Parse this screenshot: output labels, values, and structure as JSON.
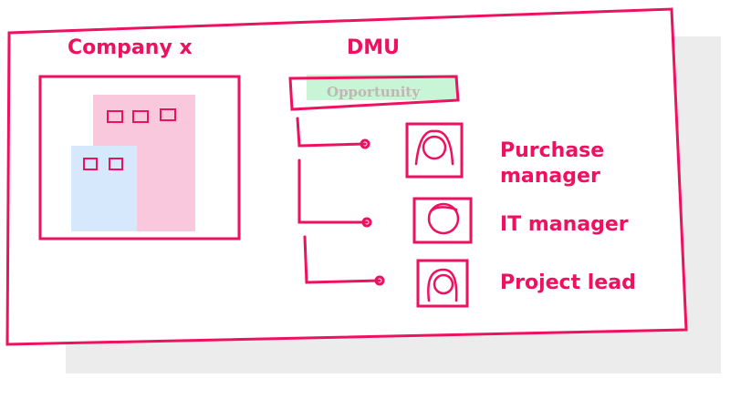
{
  "company": {
    "title": "Company x"
  },
  "dmu": {
    "title": "DMU",
    "opportunity_label": "Opportunity",
    "members": [
      {
        "role_line1": "Purchase",
        "role_line2": "manager",
        "icon": "woman-avatar-icon"
      },
      {
        "role_line1": "IT manager",
        "icon": "man-avatar-icon"
      },
      {
        "role_line1": "Project lead",
        "icon": "woman-avatar-icon"
      }
    ]
  },
  "colors": {
    "stroke": "#ee1160",
    "opportunity_fill": "#c8f5d6",
    "building_pink": "#f9c8dc",
    "building_blue": "#d6e8fb"
  }
}
